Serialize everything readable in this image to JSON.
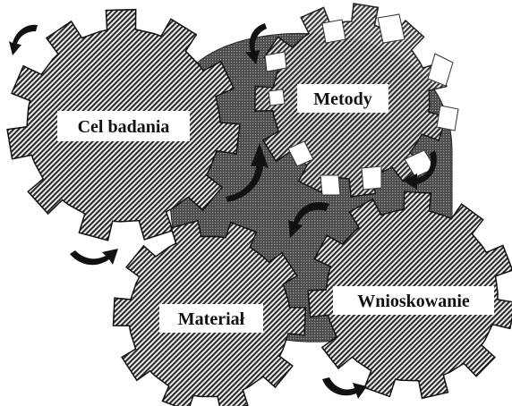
{
  "diagram": {
    "gears": [
      {
        "id": "cel-badania",
        "label": "Cel badania"
      },
      {
        "id": "metody",
        "label": "Metody"
      },
      {
        "id": "material",
        "label": "Materiał"
      },
      {
        "id": "wnioskowanie",
        "label": "Wnioskowanie"
      }
    ]
  }
}
